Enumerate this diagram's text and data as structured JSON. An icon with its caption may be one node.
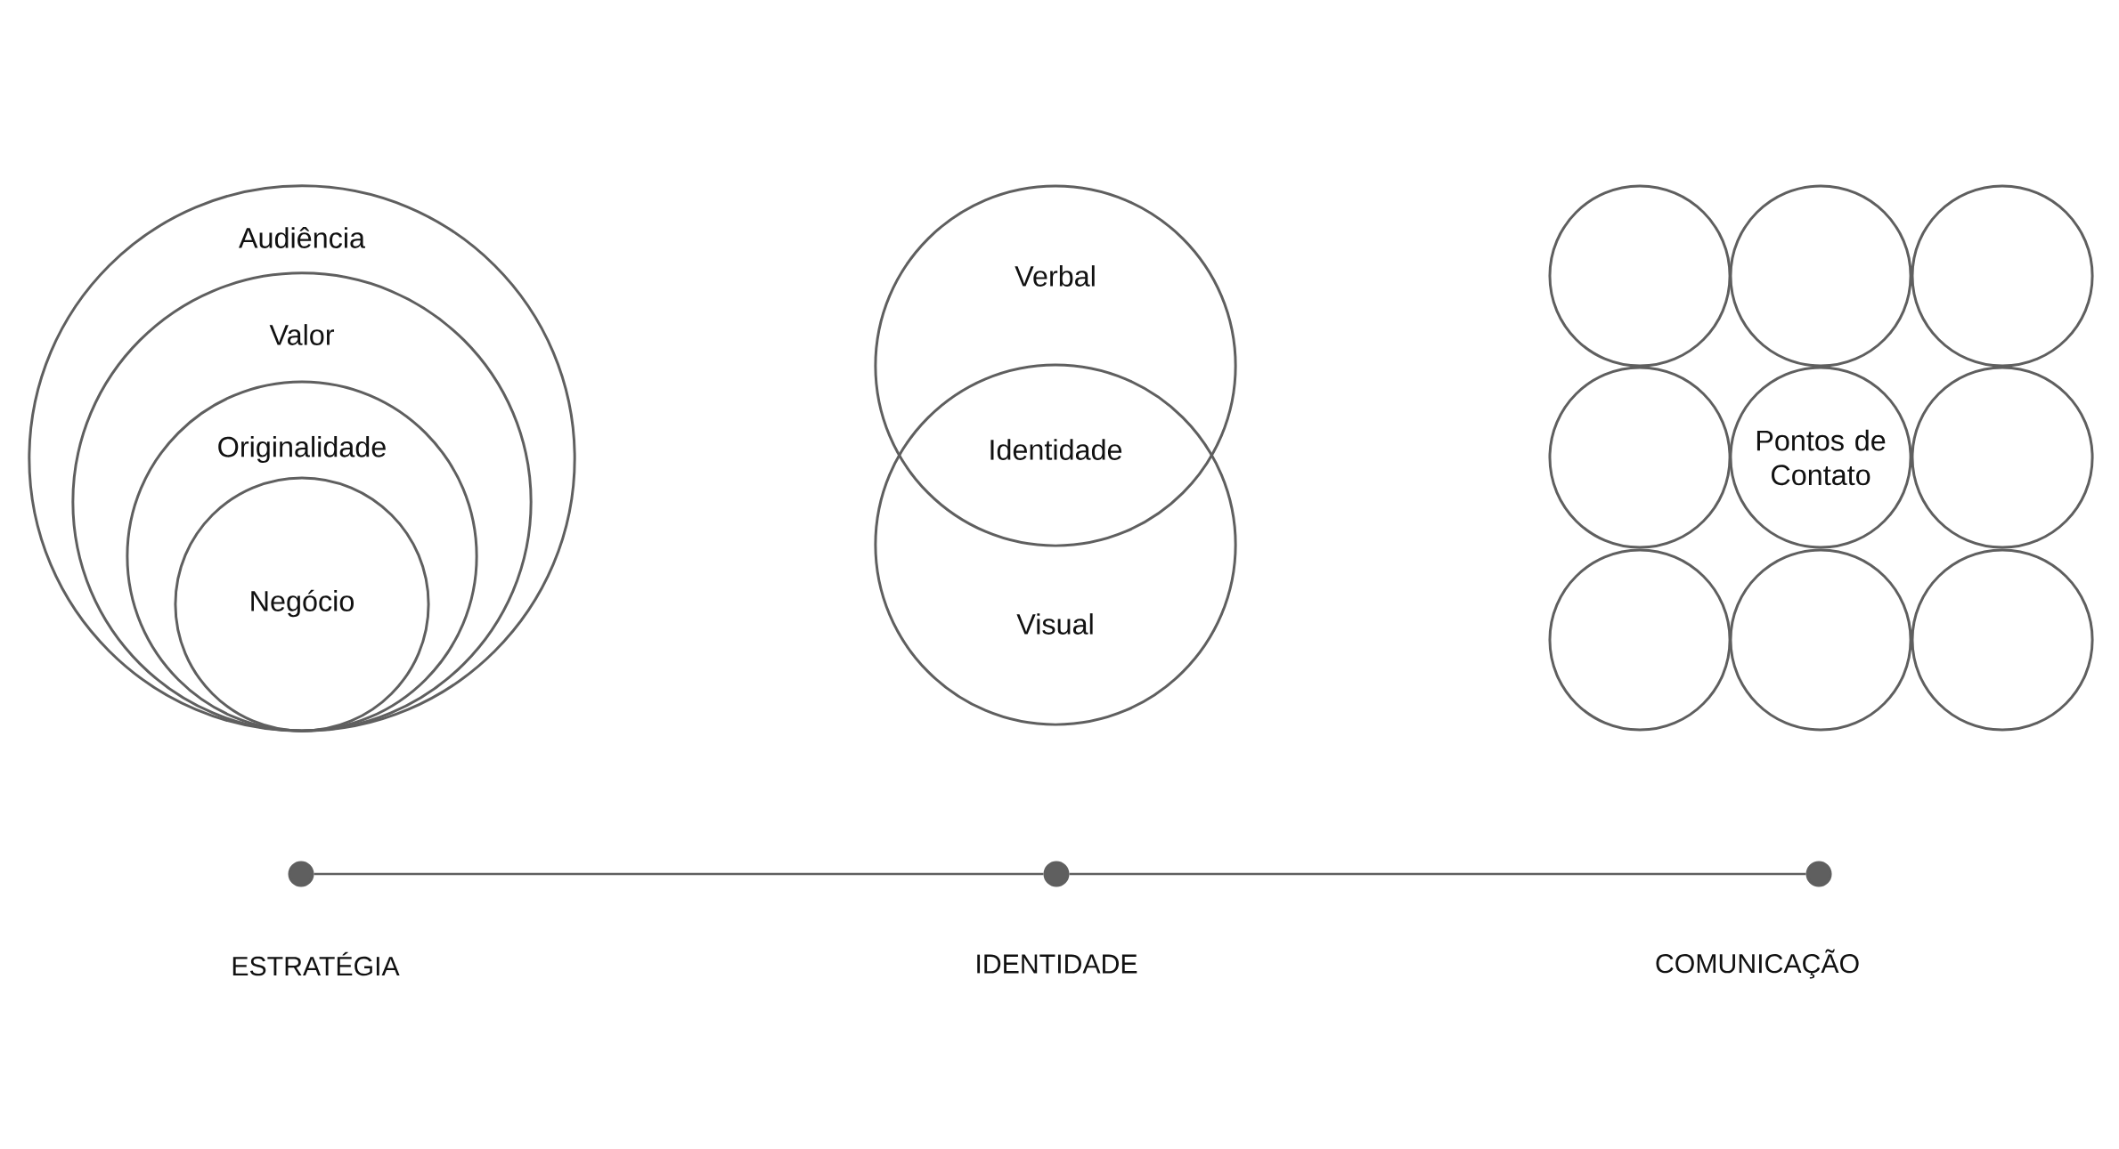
{
  "diagram": {
    "nodes": [
      {
        "text": [
          "Audiência"
        ]
      },
      {
        "text": [
          "Valor"
        ],
        "in": 0
      },
      {
        "text": [
          "Originalidade"
        ],
        "in": 1
      },
      {
        "text": [
          "Negócio"
        ],
        "in": 2
      },
      {
        "text": [
          "Verbal"
        ]
      },
      {
        "text": [
          "Visual"
        ]
      },
      {
        "text": [],
        "shape": "circle"
      },
      {
        "text": [],
        "shape": "circle"
      },
      {
        "text": [],
        "shape": "circle"
      },
      {
        "text": [],
        "shape": "circle"
      },
      {
        "text": [
          "Pontos de Contato"
        ]
      },
      {
        "text": [],
        "shape": "circle"
      },
      {
        "text": [],
        "shape": "circle"
      },
      {
        "text": [],
        "shape": "circle"
      },
      {
        "text": [],
        "shape": "circle"
      },
      {
        "text": [],
        "shape": "circle",
        "beside": [
          "ESTRATÉGIA"
        ]
      },
      {
        "text": [],
        "shape": "circle",
        "beside": [
          "IDENTIDADE"
        ]
      },
      {
        "text": [],
        "shape": "circle",
        "beside": [
          "COMUNICAÇÃO"
        ]
      }
    ],
    "edges": [
      {
        "from": 15,
        "to": 16,
        "arrow": "none"
      },
      {
        "from": 16,
        "to": 17,
        "arrow": "none"
      }
    ],
    "labels": [
      "Identidade"
    ]
  }
}
